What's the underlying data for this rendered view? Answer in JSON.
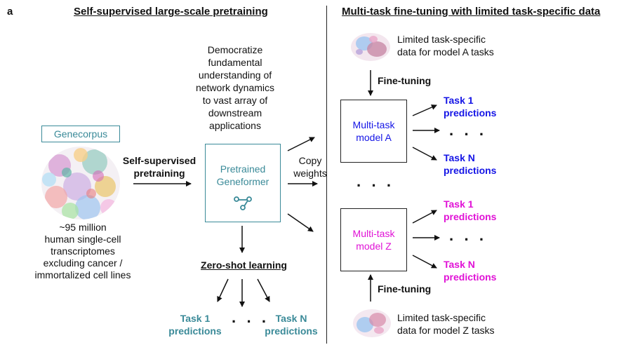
{
  "panel_label": "a",
  "left": {
    "header": "Self-supervised large-scale pretraining",
    "corpus_name": "Genecorpus",
    "corpus_desc": [
      "~95 million",
      "human single-cell",
      "transcriptomes",
      "excluding cancer /",
      "immortalized cell lines"
    ],
    "ssp_label": [
      "Self-supervised",
      "pretraining"
    ],
    "model_name": [
      "Pretrained",
      "Geneformer"
    ],
    "democratize": [
      "Democratize",
      "fundamental",
      "understanding of",
      "network dynamics",
      "to vast array of",
      "downstream",
      "applications"
    ],
    "zero_shot": "Zero-shot learning",
    "task1": [
      "Task 1",
      "predictions"
    ],
    "taskN": [
      "Task N",
      "predictions"
    ],
    "dots": "· · ·"
  },
  "middle": {
    "copy_weights": [
      "Copy",
      "weights"
    ],
    "dots": "· · ·"
  },
  "right": {
    "header": "Multi-task fine-tuning with limited task-specific data",
    "data_a": [
      "Limited task-specific",
      "data for model A tasks"
    ],
    "data_z": [
      "Limited task-specific",
      "data for model Z tasks"
    ],
    "finetune_a": "Fine-tuning",
    "finetune_z": "Fine-tuning",
    "model_a": [
      "Multi-task",
      "model A"
    ],
    "model_z": [
      "Multi-task",
      "model Z"
    ],
    "a_task1": [
      "Task 1",
      "predictions"
    ],
    "a_taskN": [
      "Task N",
      "predictions"
    ],
    "z_task1": [
      "Task 1",
      "predictions"
    ],
    "z_taskN": [
      "Task N",
      "predictions"
    ],
    "dots": "· · ·"
  },
  "colors": {
    "teal": "#3a8a98",
    "blue": "#1414e6",
    "magenta": "#e012d6"
  }
}
